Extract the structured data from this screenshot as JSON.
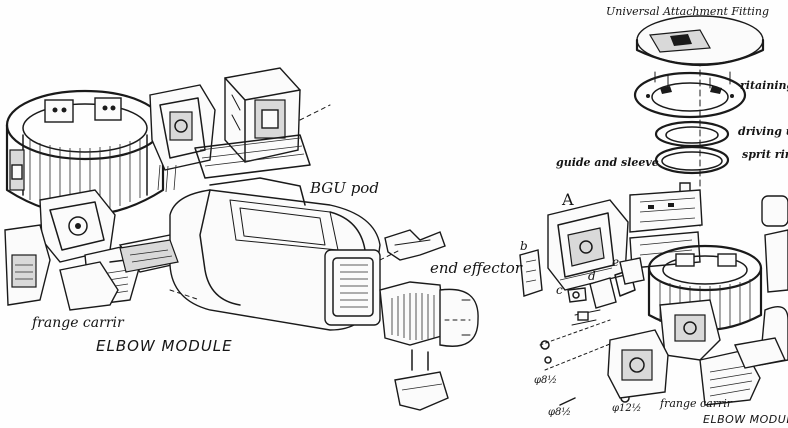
{
  "left_view": {
    "bgu_pod": "BGU pod",
    "end_effector": "end effector",
    "flange_carrier": "frange carrir",
    "module_title": "ELBOW MODULE"
  },
  "right_view": {
    "universal_fitting": "Universal Attachment Fitting",
    "retaining": "ritaining",
    "driving": "driving u",
    "split_ring": "sprit ring",
    "guide_sleeve": "guide and sleeve",
    "part_a": "A",
    "part_b": "b",
    "part_c": "c",
    "part_d": "d",
    "part_e": "e",
    "dim_1": "φ8½",
    "dim_2": "φ8½",
    "dim_3": "φ12½",
    "flange_carrier": "frange carrir",
    "module_title": "ELBOW MODULE"
  }
}
